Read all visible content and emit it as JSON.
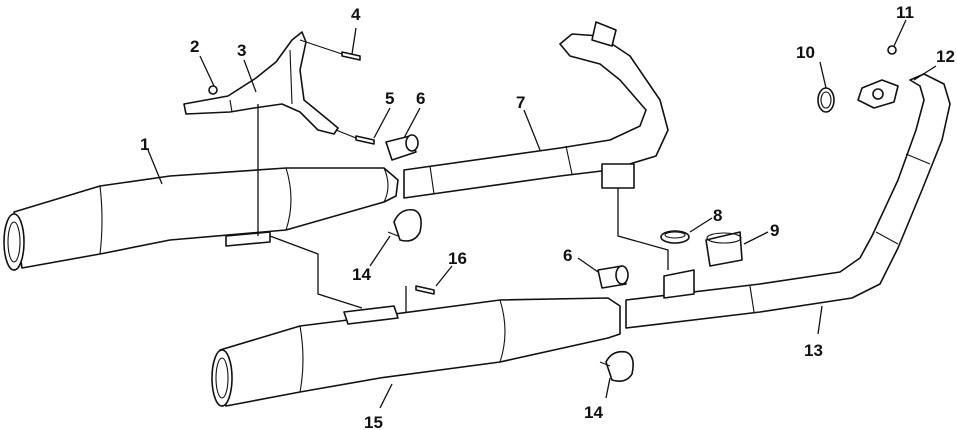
{
  "callouts": {
    "c1": "1",
    "c2": "2",
    "c3": "3",
    "c4": "4",
    "c5": "5",
    "c6a": "6",
    "c6b": "6",
    "c7": "7",
    "c8": "8",
    "c9": "9",
    "c10": "10",
    "c11": "11",
    "c12": "12",
    "c13": "13",
    "c14a": "14",
    "c14b": "14",
    "c15": "15",
    "c16": "16"
  },
  "colors": {
    "line": "#111111",
    "background": "#ffffff"
  }
}
